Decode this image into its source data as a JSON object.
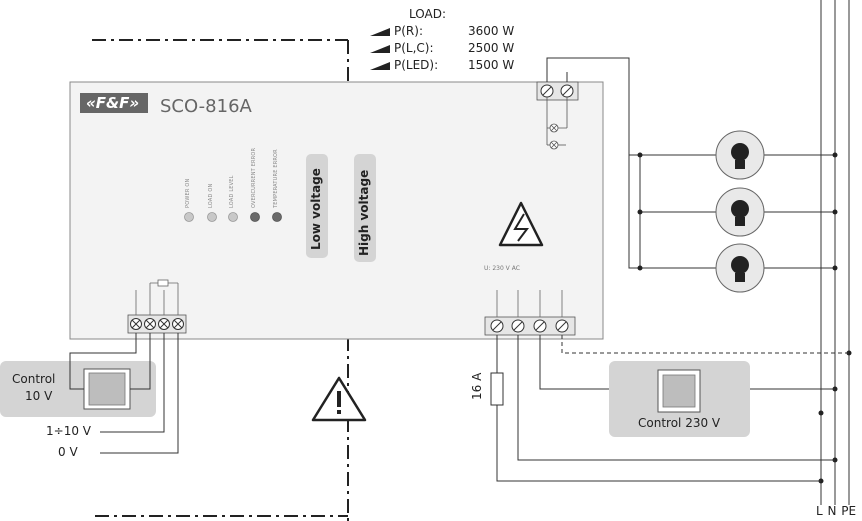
{
  "load": {
    "title": "LOAD:",
    "rows": [
      {
        "label": "P(R):",
        "value": "3600 W"
      },
      {
        "label": "P(L,C):",
        "value": "2500 W"
      },
      {
        "label": "P(LED):",
        "value": "1500 W"
      }
    ]
  },
  "device": {
    "brand": "«F&F»",
    "model": "SCO-816A",
    "leds": [
      "POWER ON",
      "LOAD ON",
      "LOAD LEVEL",
      "OVERCURRENT ERROR",
      "TEMPERATURE ERROR"
    ],
    "led_colors": [
      "#c8c8c8",
      "#c8c8c8",
      "#c8c8c8",
      "#6a6a6a",
      "#6a6a6a"
    ],
    "low_voltage": "Low voltage",
    "high_voltage": "High voltage",
    "supply_label": "U: 230 V AC"
  },
  "control_low": {
    "label_line1": "Control",
    "label_line2": "10 V"
  },
  "control_high": {
    "label": "Control 230 V"
  },
  "analog_inputs": {
    "range": "1÷10 V",
    "zero": "0 V"
  },
  "fuse": {
    "label": "16 A"
  },
  "mains": {
    "labels": "L N PE"
  },
  "colors": {
    "panel": "#f3f3f3",
    "box": "#d4d4d4",
    "line": "#333333"
  }
}
